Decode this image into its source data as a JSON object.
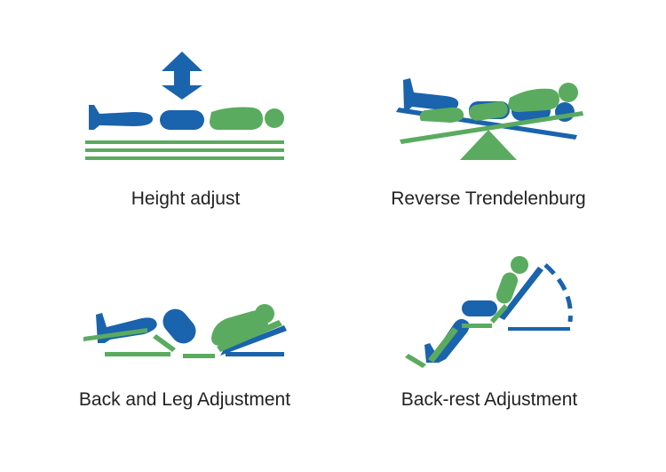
{
  "colors": {
    "blue": "#1a63ad",
    "green": "#5aab5f",
    "text": "#222222"
  },
  "panels": [
    {
      "caption": "Height adjust",
      "icon": "height-adjust-icon"
    },
    {
      "caption": "Reverse Trendelenburg",
      "icon": "reverse-trendelenburg-icon"
    },
    {
      "caption": "Back and Leg Adjustment",
      "icon": "back-and-leg-adjustment-icon"
    },
    {
      "caption": "Back-rest Adjustment",
      "icon": "back-rest-adjustment-icon"
    }
  ]
}
